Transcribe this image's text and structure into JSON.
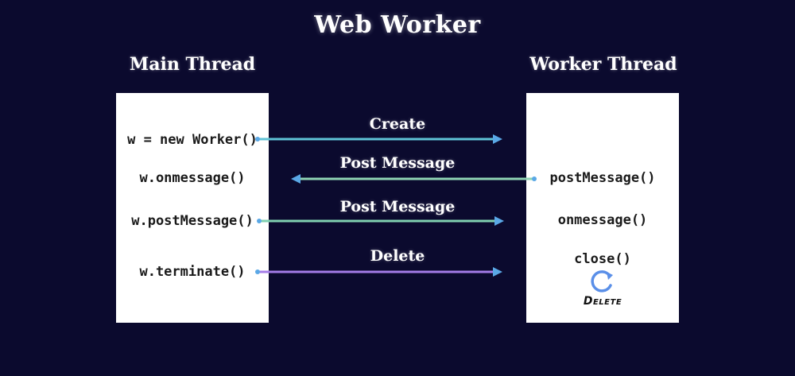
{
  "title": "Web Worker",
  "main_thread": {
    "heading": "Main Thread",
    "items": [
      "w = new Worker()",
      "w.onmessage()",
      "w.postMessage()",
      "w.terminate()"
    ]
  },
  "worker_thread": {
    "heading": "Worker Thread",
    "items": [
      "postMessage()",
      "onmessage()",
      "close()"
    ],
    "delete_note": "Delete"
  },
  "arrows": [
    {
      "label": "Create",
      "direction": "main-to-worker",
      "color": "#5fc3d6"
    },
    {
      "label": "Post Message",
      "direction": "worker-to-main",
      "color": "#8fd4b4"
    },
    {
      "label": "Post Message",
      "direction": "main-to-worker",
      "color": "#7fd0b0"
    },
    {
      "label": "Delete",
      "direction": "main-to-worker",
      "color": "#a47ce8"
    }
  ],
  "colors": {
    "background": "#0b0a2e",
    "box": "#ffffff",
    "arrowhead": "#5aa8e6",
    "refresh_icon": "#5a8fe8"
  },
  "icons": [
    "refresh-icon"
  ]
}
